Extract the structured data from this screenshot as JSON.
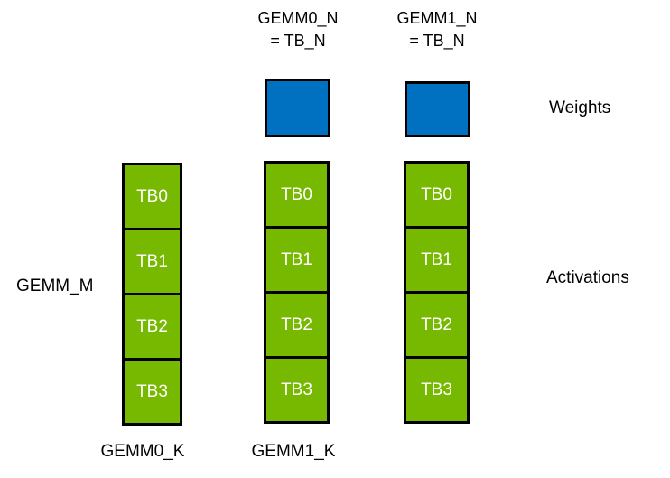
{
  "diagram": {
    "title_labels": {
      "gemm0_n": {
        "line1": "GEMM0_N",
        "line2": "= TB_N"
      },
      "gemm1_n": {
        "line1": "GEMM1_N",
        "line2": "= TB_N"
      }
    },
    "side_labels": {
      "weights": "Weights",
      "activations": "Activations",
      "gemm_m": "GEMM_M"
    },
    "bottom_labels": {
      "gemm0_k": "GEMM0_K",
      "gemm1_k": "GEMM1_K"
    },
    "tb_labels": [
      "TB0",
      "TB1",
      "TB2",
      "TB3"
    ],
    "colors": {
      "weights_fill": "#0070C0",
      "activations_fill": "#76B900",
      "outline": "#000000",
      "tb_text": "#FFFFFF",
      "label_text": "#000000",
      "background": "#FFFFFF"
    }
  }
}
